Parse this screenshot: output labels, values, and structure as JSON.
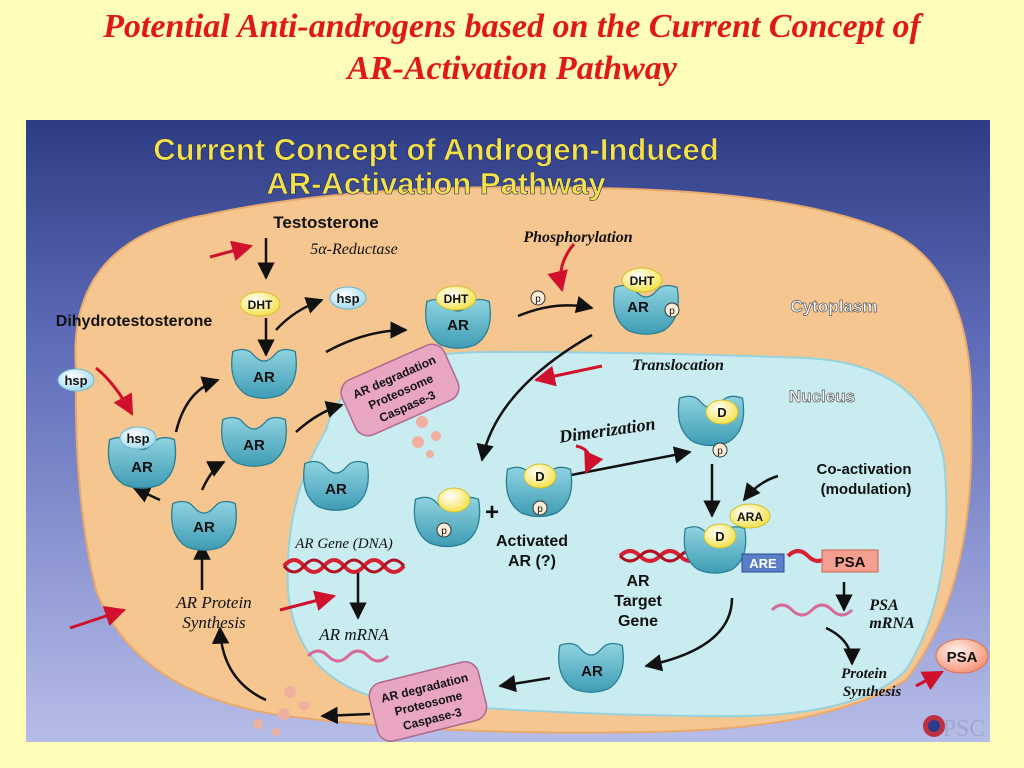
{
  "slide": {
    "title_line1": "Potential Anti-androgens based on the Current Concept of",
    "title_line2": "AR-Activation Pathway"
  },
  "figure": {
    "heading_line1": "Current Concept of Androgen-Induced",
    "heading_line2": "AR-Activation Pathway",
    "compartments": {
      "cytoplasm": "Cytoplasm",
      "nucleus": "Nucleus"
    },
    "labels": {
      "testosterone": "Testosterone",
      "reductase": "5α-Reductase",
      "dihydrotestosterone": "Dihydrotestosterone",
      "phosphorylation": "Phosphorylation",
      "translocation": "Translocation",
      "dimerization": "Dimerization",
      "coactivation_line1": "Co-activation",
      "coactivation_line2": "(modulation)",
      "activated_line1": "Activated",
      "activated_line2": "AR (?)",
      "ar_gene": "AR Gene (DNA)",
      "ar_mrna": "AR mRNA",
      "ar_protein_line1": "AR Protein",
      "ar_protein_line2": "Synthesis",
      "ar_target_line1": "AR",
      "ar_target_line2": "Target",
      "ar_target_line3": "Gene",
      "psa_mrna_line1": "PSA",
      "psa_mrna_line2": "mRNA",
      "protein_synth_line1": "Protein",
      "protein_synth_line2": "Synthesis",
      "degradation_line1": "AR degradation",
      "degradation_line2": "Proteosome",
      "degradation_line3": "Caspase-3",
      "plus": "+"
    },
    "tokens": {
      "ar": "AR",
      "hsp": "hsp",
      "dht": "DHT",
      "d": "D",
      "p": "p",
      "ara": "ARA",
      "are": "ARE",
      "psa": "PSA"
    },
    "logo_text": "PSC"
  },
  "colors": {
    "slide_bg": "#fdfdb8",
    "title_red": "#e01818",
    "figure_bg_top": "#2e3c84",
    "figure_bg_bottom": "#b7bde8",
    "heading_yellow": "#f4e04a",
    "cytoplasm": "#f6c690",
    "nucleus": "#c9ecf1",
    "receptor": "#3e9cb4",
    "inhibitor_red": "#d0102c",
    "degradation_pink": "#e8a6c3",
    "dna_red": "#d42030",
    "mrna_pink": "#d86a9a"
  }
}
